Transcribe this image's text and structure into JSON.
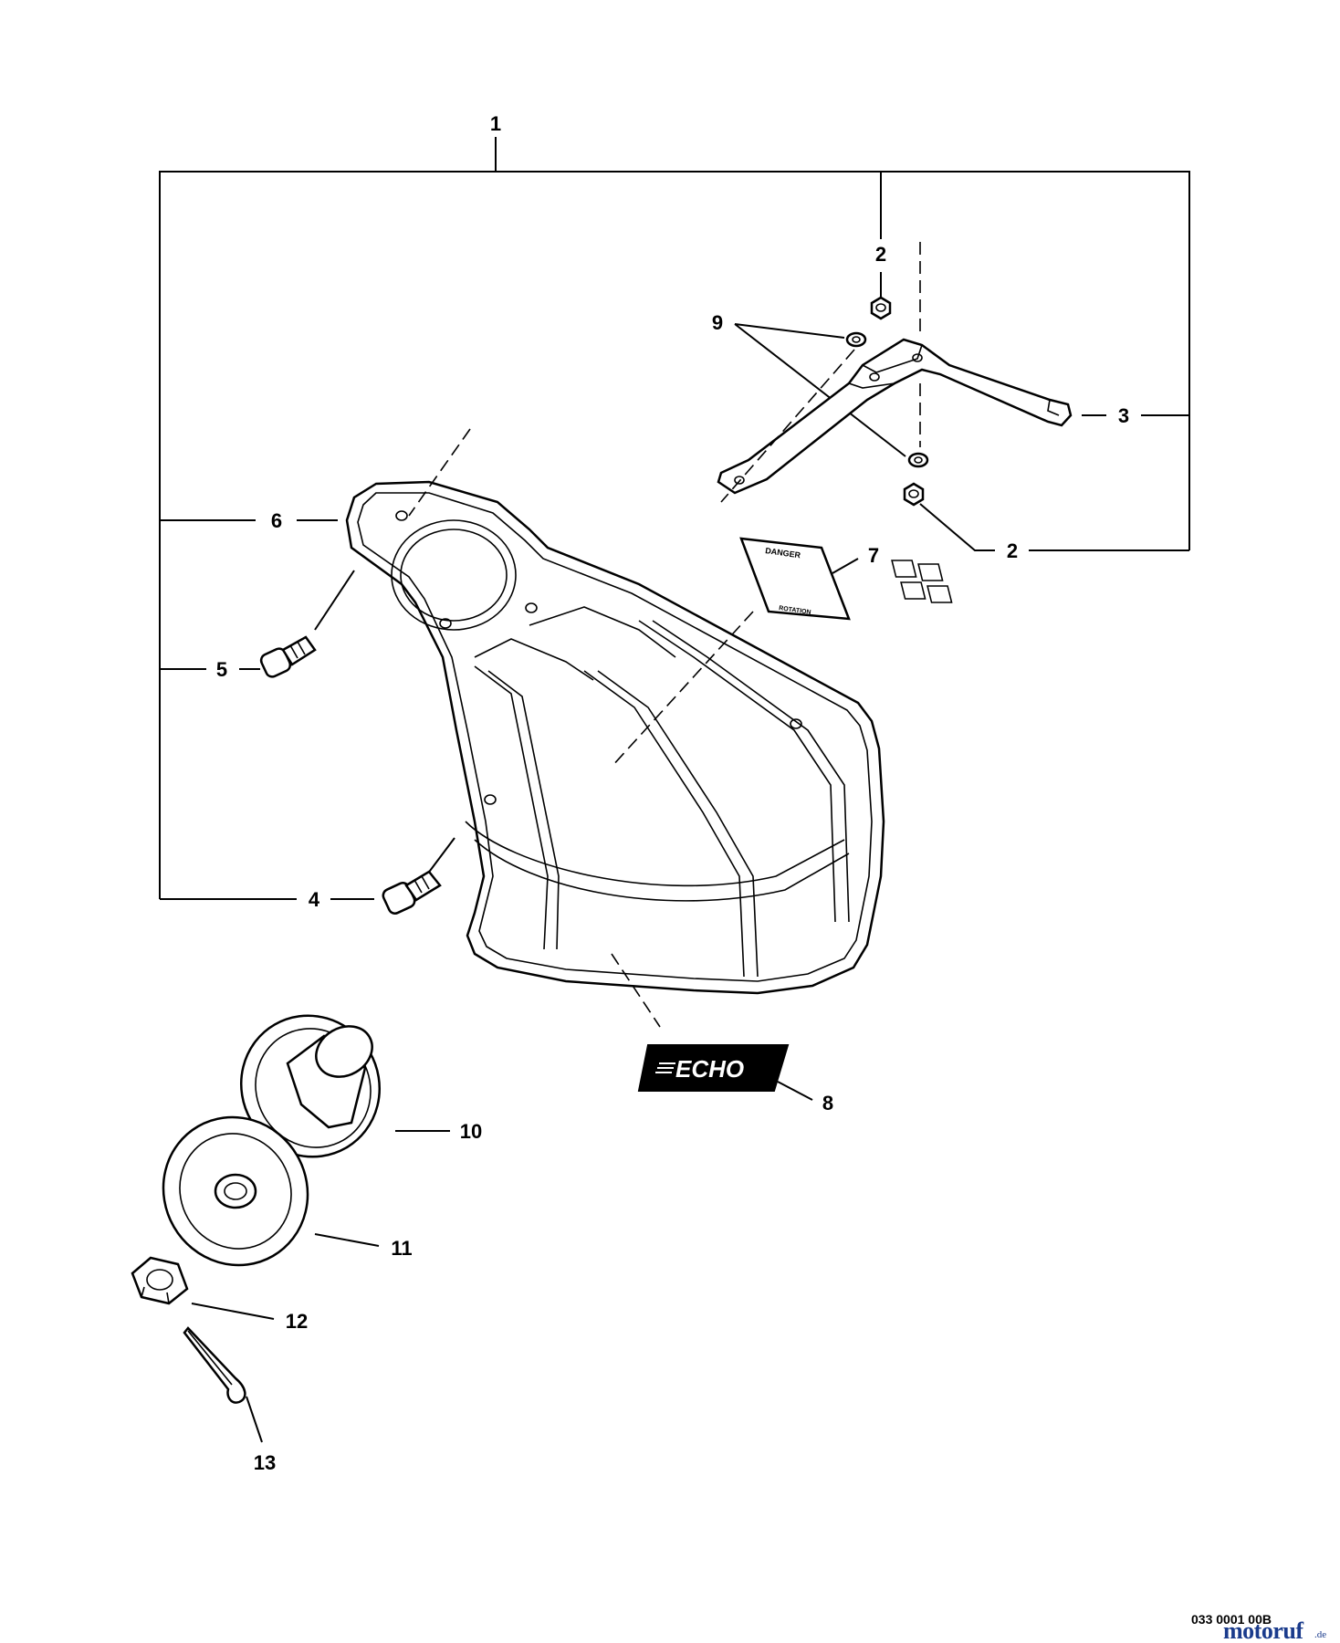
{
  "diagram": {
    "callouts": {
      "c1": "1",
      "c2_top": "2",
      "c2_bottom": "2",
      "c3": "3",
      "c4": "4",
      "c5": "5",
      "c6": "6",
      "c7": "7",
      "c8": "8",
      "c9": "9",
      "c10": "10",
      "c11": "11",
      "c12": "12",
      "c13": "13"
    },
    "decal_text": {
      "danger": "DANGER",
      "rotation": "ROTATION",
      "logo": "ECHO"
    },
    "drawing_code": "033 0001 00B",
    "watermark": {
      "brand": "motoruf",
      "tld": ".de"
    }
  }
}
